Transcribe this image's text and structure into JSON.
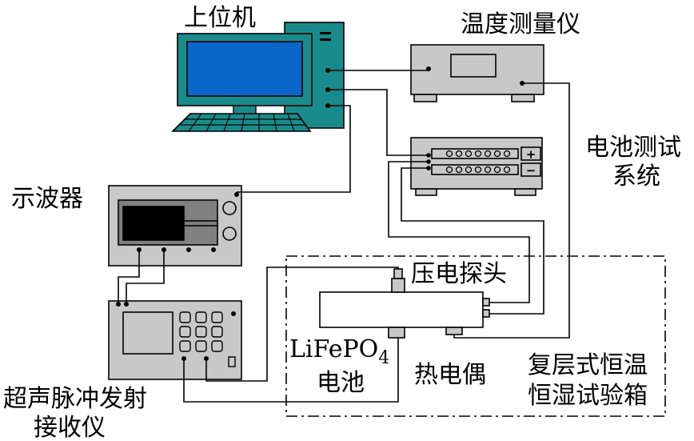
{
  "labels": {
    "computer": "上位机",
    "temperature_meter": "温度测量仪",
    "battery_tester_line1": "电池测试",
    "battery_tester_line2": "系统",
    "oscilloscope": "示波器",
    "piezo_probe": "压电探头",
    "battery_main": "LiFePO",
    "battery_sub": "4",
    "battery_line2": "电池",
    "thermocouple": "热电偶",
    "chamber_line1": "复层式恒温",
    "chamber_line2": "恒湿试验箱",
    "pulser_line1": "超声脉冲发射",
    "pulser_line2": "接收仪"
  },
  "tester_terminals": {
    "positive": "+",
    "negative": "−"
  },
  "colors": {
    "device_gray": "#c8c8c8",
    "device_dark": "#808080",
    "computer_teal": "#1a8b8b",
    "screen_blue": "#0a67c9",
    "screen_black": "#000000",
    "outline": "#000000"
  }
}
